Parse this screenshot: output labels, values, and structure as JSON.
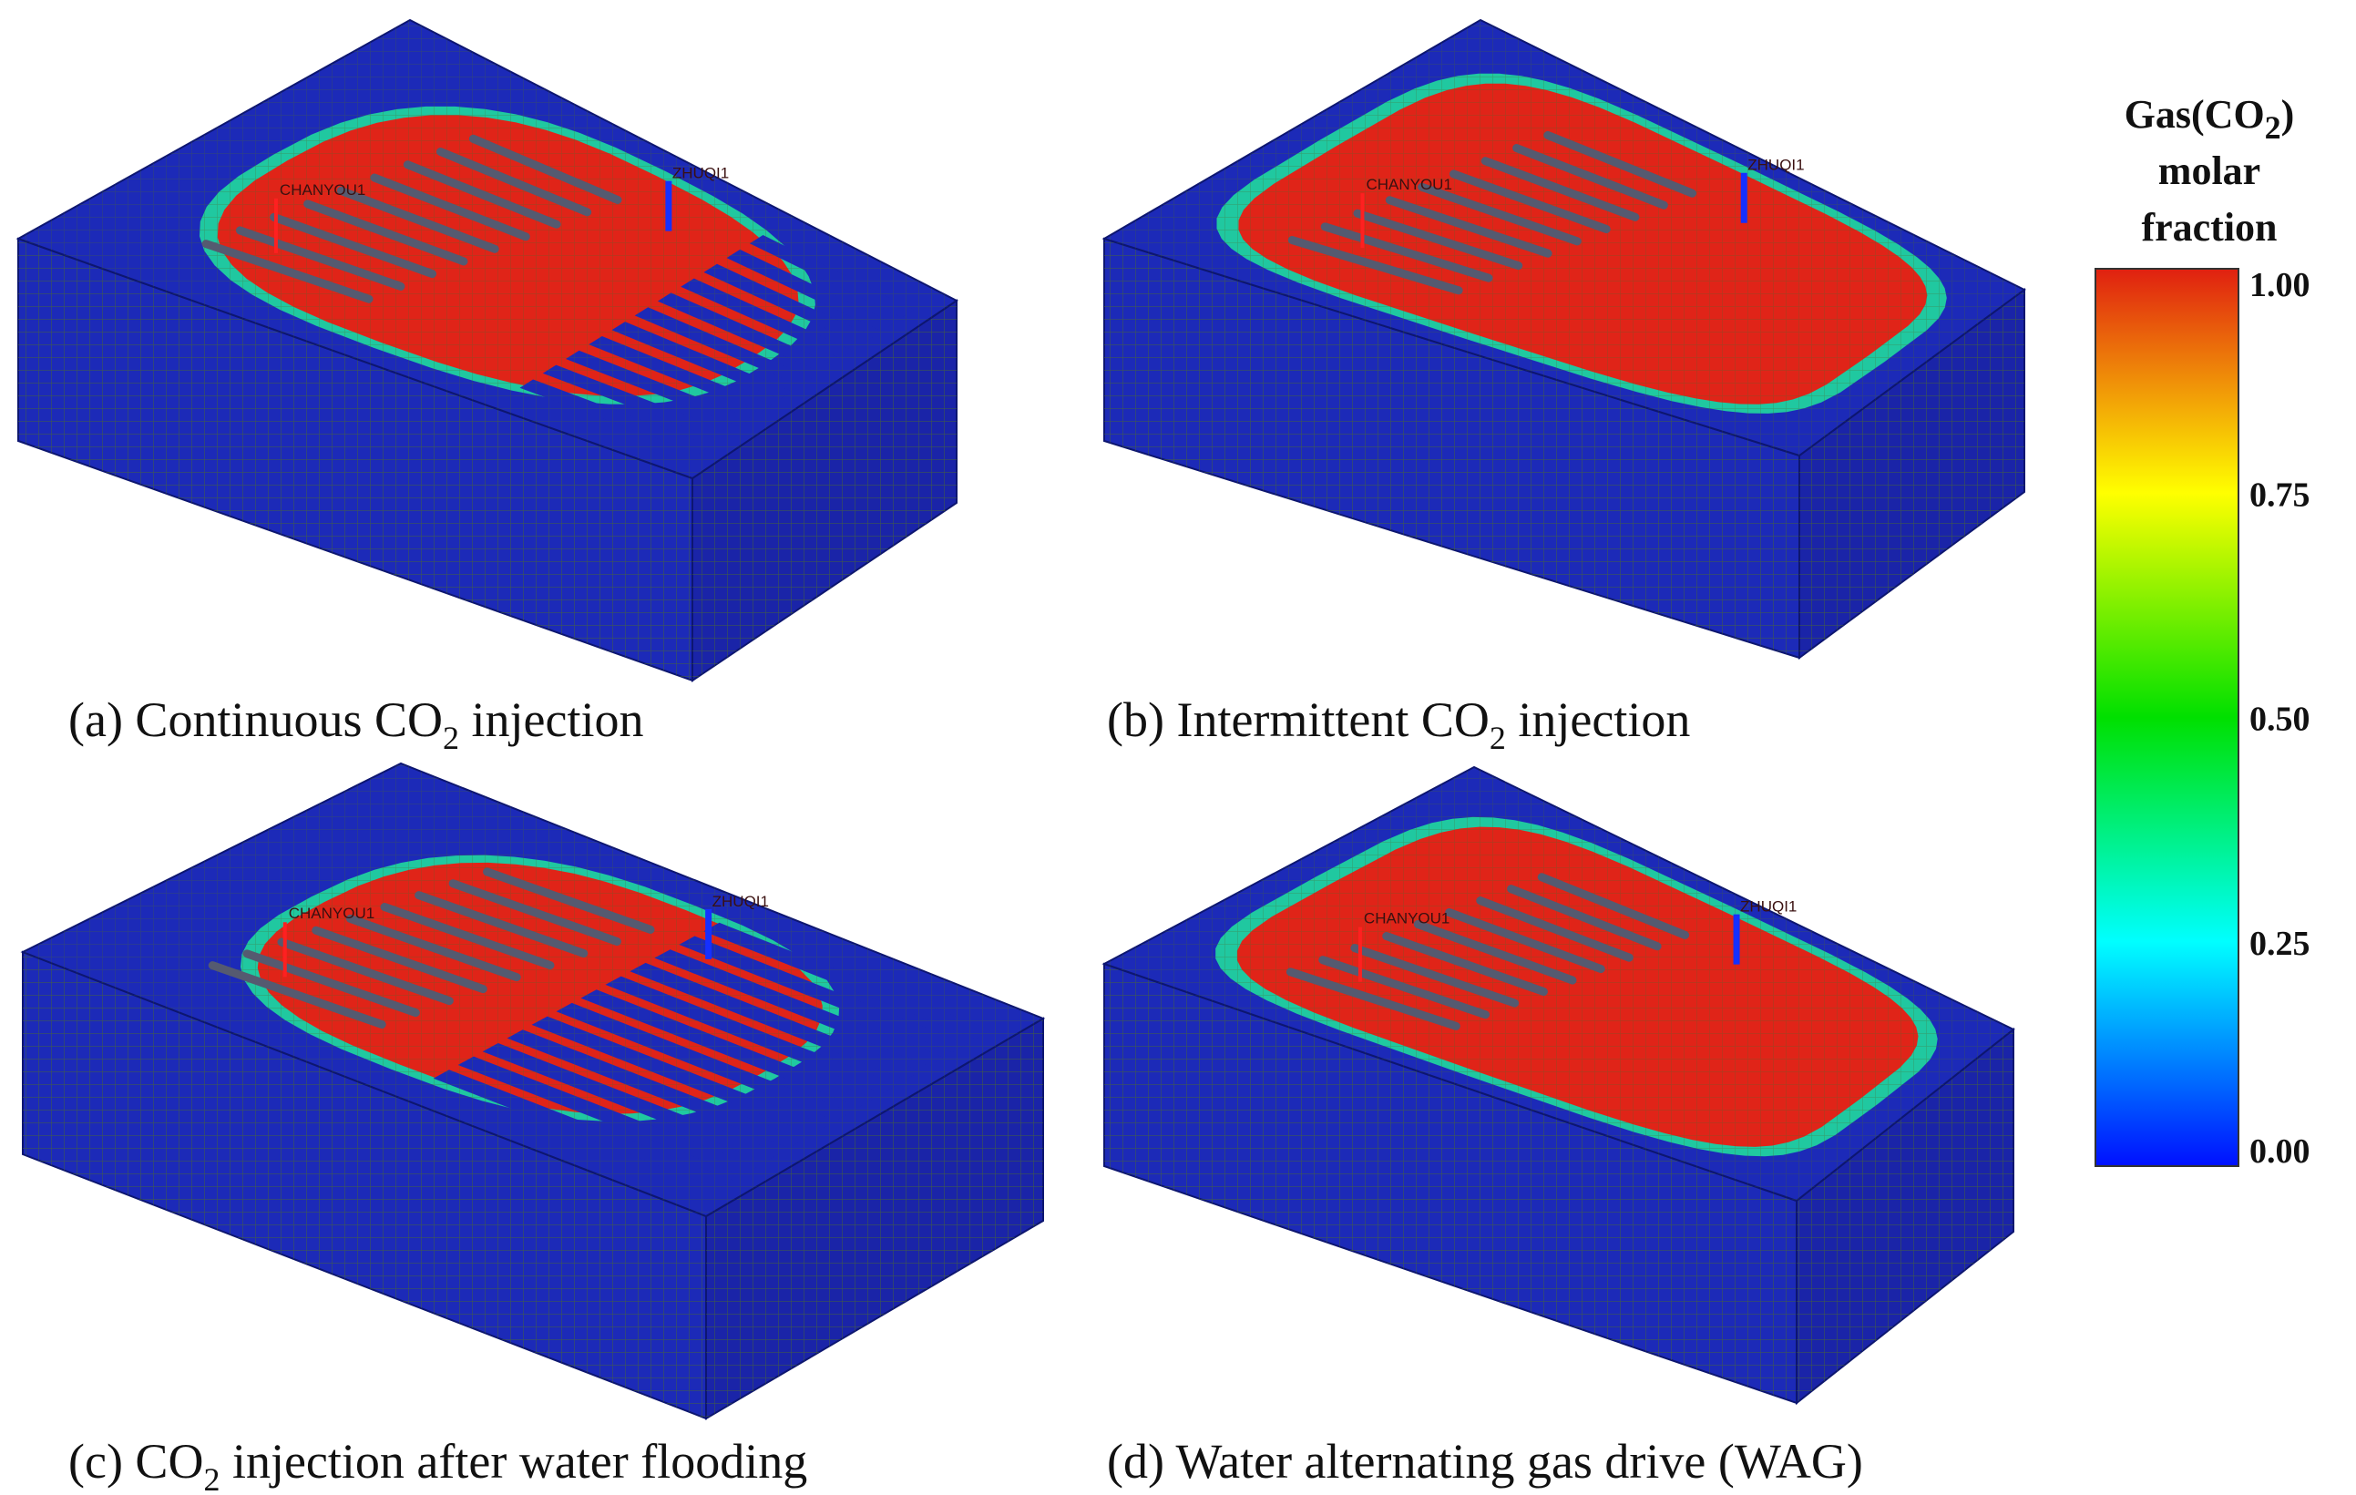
{
  "panels": [
    {
      "id": "a",
      "caption_prefix": "(a)  Continuous CO",
      "caption_sub": "2",
      "caption_suffix": " injection",
      "producer_label": "CHANYOU1",
      "injector_label": "ZHUQI1",
      "plume": "lobed"
    },
    {
      "id": "b",
      "caption_prefix": "(b)  Intermittent CO",
      "caption_sub": "2",
      "caption_suffix": " injection",
      "producer_label": "CHANYOU1",
      "injector_label": "ZHUQI1",
      "plume": "full"
    },
    {
      "id": "c",
      "caption_prefix": "(c)  CO",
      "caption_sub": "2",
      "caption_suffix": " injection after water flooding",
      "producer_label": "CHANYOU1",
      "injector_label": "ZHUQI1",
      "plume": "fingered"
    },
    {
      "id": "d",
      "caption_prefix": "(d)  Water alternating gas drive (WAG)",
      "caption_sub": "",
      "caption_suffix": "",
      "producer_label": "CHANYOU1",
      "injector_label": "ZHUQI1",
      "plume": "full"
    }
  ],
  "legend": {
    "title_line1_prefix": "Gas(CO",
    "title_line1_sub": "2",
    "title_line1_suffix": ")",
    "title_line2": "molar",
    "title_line3": "fraction",
    "ticks": [
      "1.00",
      "0.75",
      "0.50",
      "0.25",
      "0.00"
    ],
    "tick_values": [
      1.0,
      0.75,
      0.5,
      0.25,
      0.0
    ],
    "range": [
      0,
      1
    ],
    "colors": [
      "#e02010",
      "#ffff00",
      "#00e000",
      "#00ffff",
      "#0010ff"
    ]
  },
  "colors": {
    "reservoir": "#1c2ab8",
    "reservoir_side": "#1a24a8",
    "plume": "#e02418",
    "grid": "#5a6d2a",
    "horizontal_well": "#555a70",
    "producer": "#ff2020",
    "injector": "#1530ff"
  }
}
